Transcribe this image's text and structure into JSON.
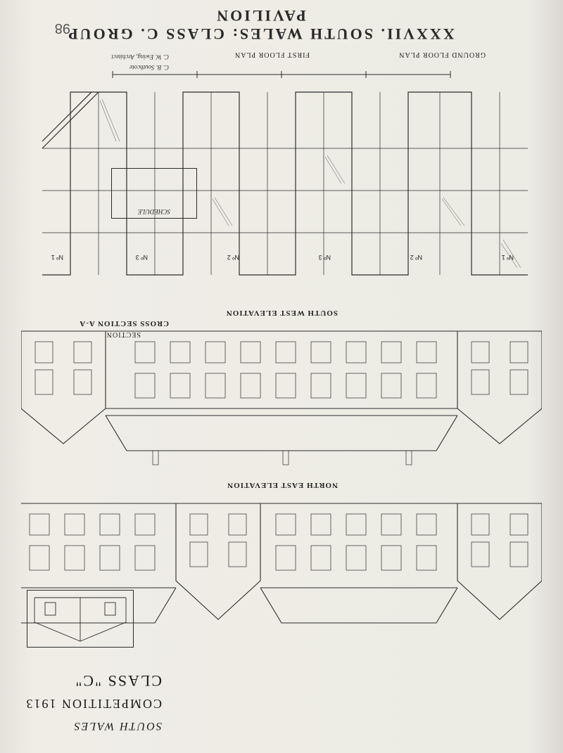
{
  "plate": {
    "title": "XXXVII. SOUTH WALES: CLASS C. GROUP PAVILION",
    "page_number": "98"
  },
  "credits": {
    "architects": "C. W. Ewing, Architect",
    "partner": "C. B. Southcote"
  },
  "plans": {
    "first_floor": "FIRST FLOOR PLAN",
    "ground_floor": "GROUND FLOOR PLAN",
    "section": "SECTION"
  },
  "elevations": {
    "south_west": "SOUTH WEST ELEVATION",
    "north_east": "NORTH EAST ELEVATION",
    "section_ab": "CROSS SECTION A-A"
  },
  "wards": [
    "Nº 1",
    "Nº 2",
    "Nº 3",
    "Nº 2",
    "Nº 3",
    "Nº 1"
  ],
  "class_block": {
    "line1": "CLASS \"C\"",
    "line2": "COMPETITION 1913",
    "line3": "SOUTH WALES"
  },
  "schedule_title": "SCHEDULE"
}
